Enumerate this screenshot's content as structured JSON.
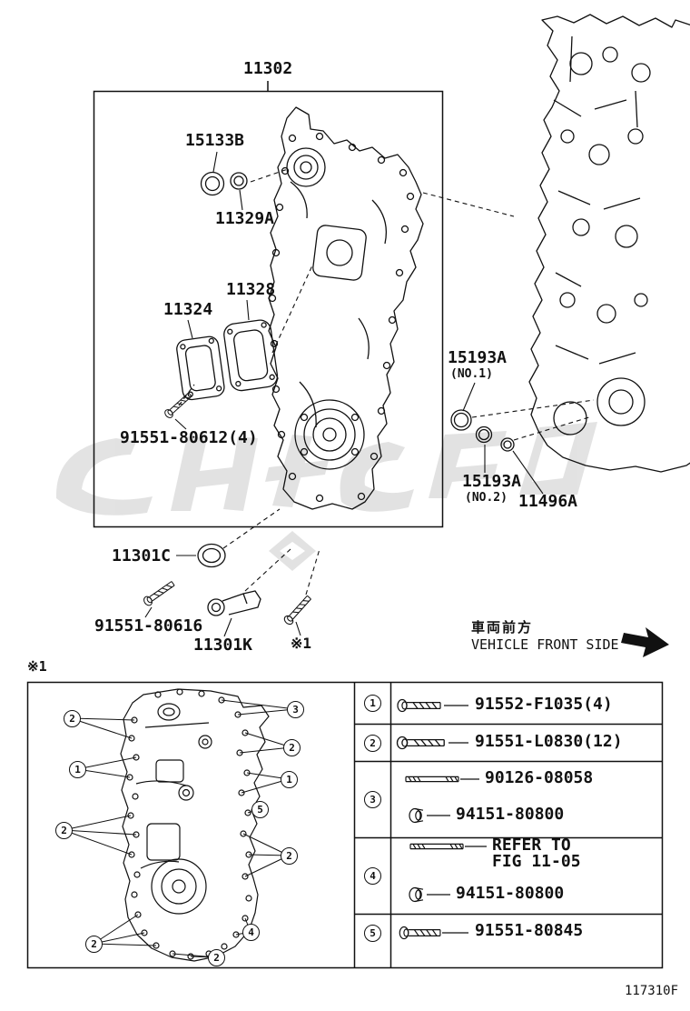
{
  "page": {
    "figure_code": "117310F"
  },
  "main": {
    "assembly": "11302",
    "labels": {
      "p15133B": "15133B",
      "p11329A": "11329A",
      "p11328": "11328",
      "p11324": "11324",
      "p91551_80612": "91551-80612(4)",
      "p15193A_no1": "15193A",
      "p15193A_no1_sub": "(NO.1)",
      "p15193A_no2": "15193A",
      "p15193A_no2_sub": "(NO.2)",
      "p11496A": "11496A",
      "p11301C": "11301C",
      "p91551_80616": "91551-80616",
      "p11301K": "11301K",
      "bolt_note": "※1"
    },
    "direction": {
      "jp": "車両前方",
      "en": "VEHICLE FRONT SIDE"
    }
  },
  "inset": {
    "note": "※1",
    "callouts": [
      "2",
      "3",
      "2",
      "1",
      "1",
      "2",
      "5",
      "2",
      "4",
      "2",
      "2"
    ]
  },
  "table": {
    "rows": [
      {
        "num": "1",
        "items": [
          {
            "line1": "91552-F1035(4)"
          }
        ]
      },
      {
        "num": "2",
        "items": [
          {
            "line1": "91551-L0830(12)"
          }
        ]
      },
      {
        "num": "3",
        "items": [
          {
            "line1": "90126-08058"
          },
          {
            "line1": "94151-80800"
          }
        ]
      },
      {
        "num": "4",
        "items": [
          {
            "line1": "REFER TO",
            "line2": "FIG 11-05"
          },
          {
            "line1": "94151-80800"
          }
        ]
      },
      {
        "num": "5",
        "items": [
          {
            "line1": "91551-80845"
          }
        ]
      }
    ]
  }
}
